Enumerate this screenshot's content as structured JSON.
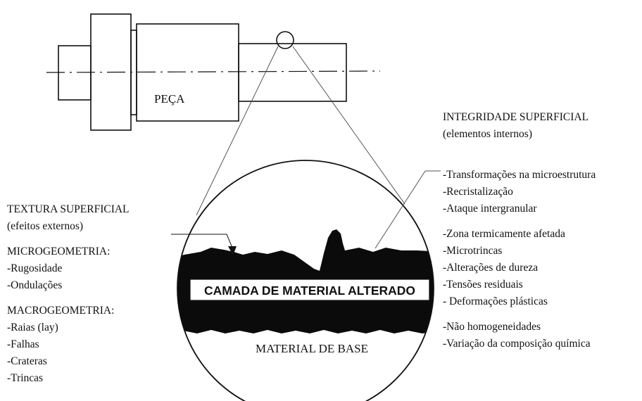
{
  "part_label": "PEÇA",
  "layer_label": "CAMADA DE MATERIAL ALTERADO",
  "base_label": "MATERIAL DE BASE",
  "integrity": {
    "title": "INTEGRIDADE SUPERFICIAL",
    "subtitle": "(elementos internos)",
    "group1": [
      "-Transformações na microestrutura",
      "-Recristalização",
      "-Ataque intergranular"
    ],
    "group2": [
      "-Zona termicamente afetada",
      "-Microtrincas",
      "-Alterações de dureza",
      "-Tensões residuais",
      "- Deformações plásticas"
    ],
    "group3": [
      "-Não homogeneidades",
      "-Variação da composição química"
    ]
  },
  "texture": {
    "title": "TEXTURA SUPERFICIAL",
    "subtitle": "(efeitos externos)",
    "micro_title": "MICROGEOMETRIA:",
    "micro_items": [
      "-Rugosidade",
      "-Ondulações"
    ],
    "macro_title": "MACROGEOMETRIA:",
    "macro_items": [
      "-Raias (lay)",
      "-Falhas",
      "-Crateras",
      "-Trincas"
    ]
  }
}
